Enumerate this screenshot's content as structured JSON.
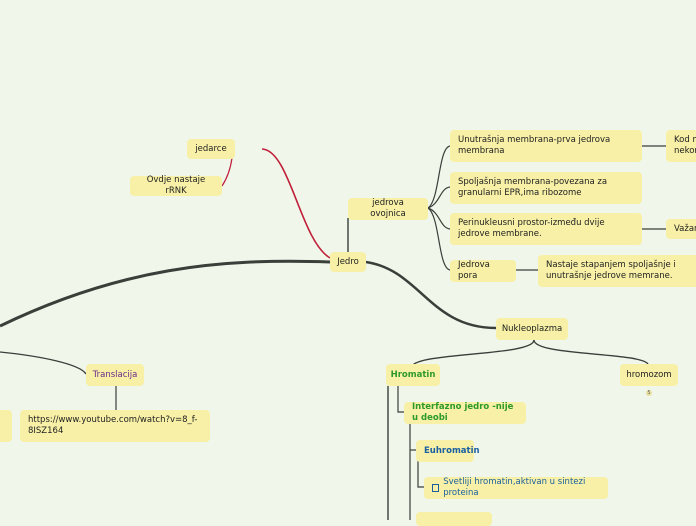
{
  "colors": {
    "background": "#f0f7ea",
    "node": "#f7f0a6",
    "main_link": "#3a3f3a",
    "red_link": "#c0203a",
    "green_text": "#2e9a2a",
    "blue_text": "#1a5fa0",
    "purple_text": "#6a2a8a"
  },
  "nodes": {
    "jedro": "Jedro",
    "jedarce": "jedarce",
    "ovdje_nastaje": "Ovdje nastaje rRNK",
    "jedrova_ovojnica": "jedrova ovojnica",
    "unutrasnja": "Unutrašnja membrana-prva jedrova membrana",
    "unutrasnja_child": "Kod m nekom",
    "spoljasnja": "Spoljašnja membrana-povezana za granularni EPR,ima ribozome",
    "perinuklearni": "Perinukleusni prostor-između dvije jedrove membrane.",
    "perinuklearni_child": "Važan",
    "jedrova_pora": "Jedrova pora",
    "jedrova_pora_child": "Nastaje stapanjem spoljašnje i unutrašnje jedrove memrane.",
    "nukleoplazma": "Nukleoplazma",
    "hromatin": "Hromatin",
    "hromozom": "hromozom",
    "hromozom_badge": "5",
    "interfazno": "Interfazno jedro -nije u deobi",
    "euhromatin": "Euhromatin",
    "svetliji": "Svetliji hromatin,aktivan u sintezi proteina",
    "translacija": "Translacija",
    "link": "https://www.youtube.com/watch?v=8_f-8ISZ164"
  }
}
